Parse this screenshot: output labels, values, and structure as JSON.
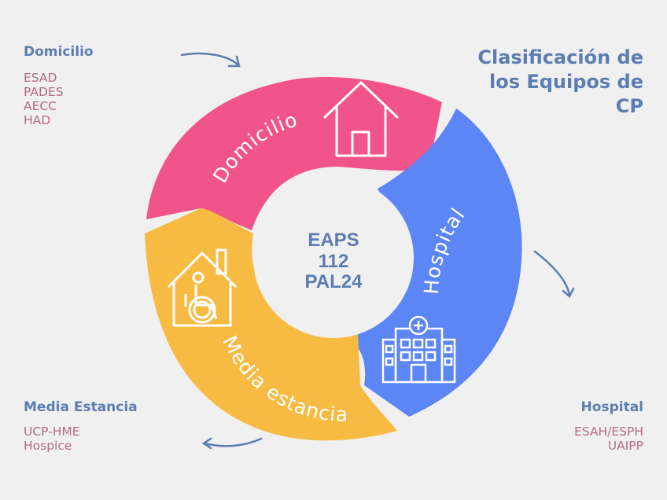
{
  "title": "Clasificación de los Equipos de CP",
  "center_lines": [
    "EAPS",
    "112",
    "PAL24"
  ],
  "segments": {
    "domicilio": {
      "label": "Domicilio",
      "color": "#f0548a"
    },
    "hospital": {
      "label": "Hospital",
      "color": "#5c86f5"
    },
    "media": {
      "label": "Media estancia",
      "color": "#f7bb44"
    }
  },
  "corners": {
    "top_left": {
      "title": "Domicilio",
      "items": [
        "ESAD",
        "PADES",
        "AECC",
        "HAD"
      ]
    },
    "bottom_left": {
      "title": "Media Estancia",
      "items": [
        "UCP-HME",
        "Hospice"
      ]
    },
    "bottom_right": {
      "title": "Hospital",
      "items": [
        "ESAH/ESPH",
        "UAIPP"
      ]
    }
  },
  "colors": {
    "title_blue": "#5b7db1",
    "item_pink": "#b46a86",
    "arrow": "#5b7db1",
    "background": "#f0f0f0"
  },
  "icons": [
    "house-icon",
    "hospital-building-icon",
    "home-care-wheelchair-icon"
  ]
}
